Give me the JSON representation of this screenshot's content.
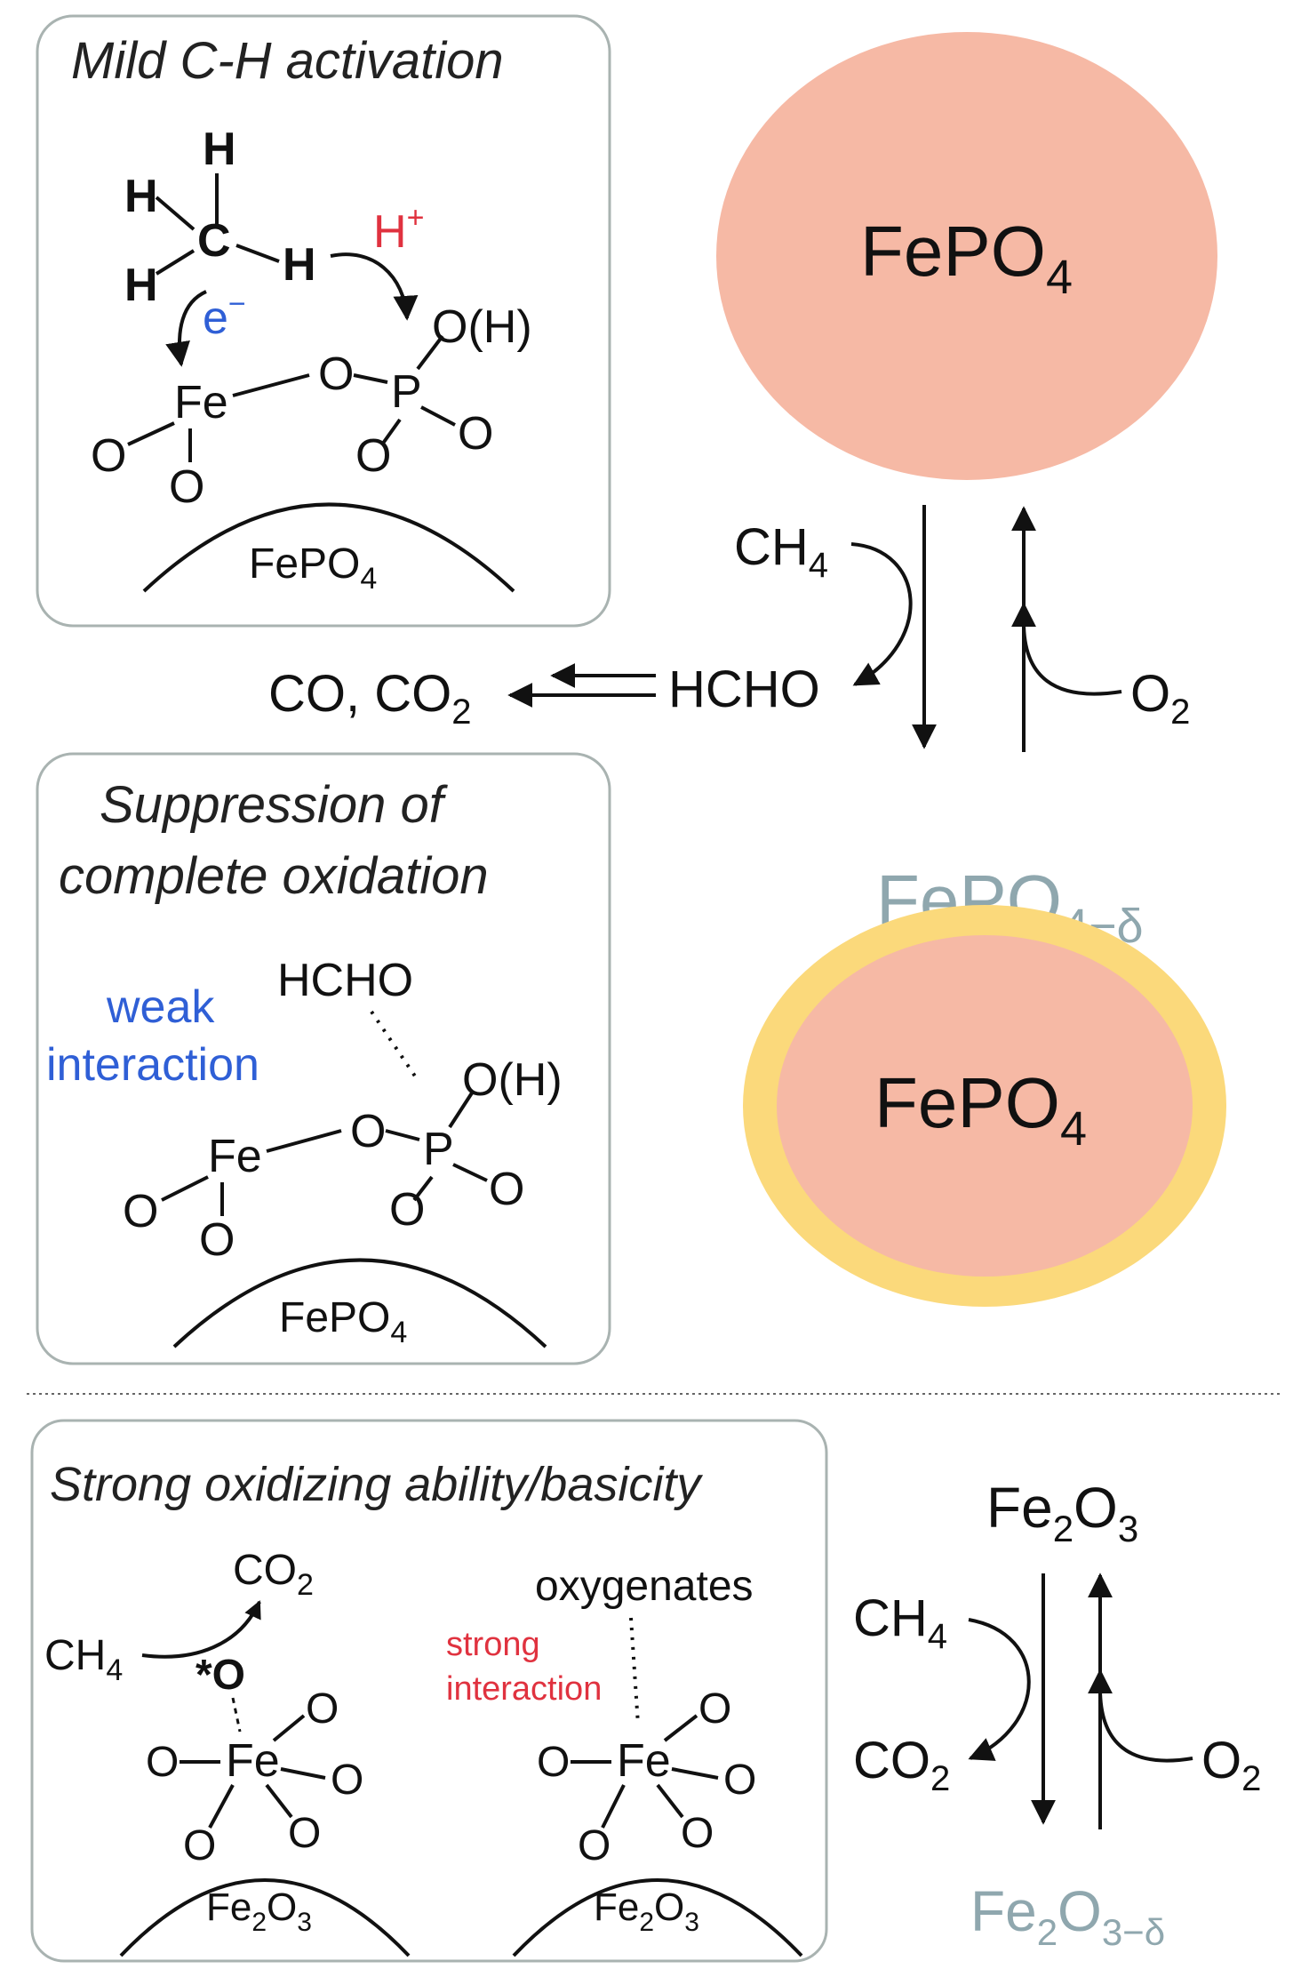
{
  "colors": {
    "core": "#f6b9a5",
    "shell": "#fbd97b",
    "grey_label": "#8fa7ae",
    "blue": "#2f5fd6",
    "red": "#e0323f",
    "box_border": "#a9b3b1"
  },
  "panel_mild": {
    "title": "Mild C-H activation",
    "h_plus": "H",
    "h_plus_sup": "+",
    "e_minus": "e",
    "e_minus_sup": "−",
    "support": "FePO",
    "support_sub": "4"
  },
  "panel_suppression": {
    "title_line1": "Suppression of",
    "title_line2": "complete oxidation",
    "weak_line1": "weak",
    "weak_line2": "interaction",
    "hcho": "HCHO",
    "support": "FePO",
    "support_sub": "4"
  },
  "panel_strong": {
    "title": "Strong oxidizing ability/basicity",
    "co2": "CO",
    "co2_sub": "2",
    "ch4": "CH",
    "ch4_sub": "4",
    "o_star": "*O",
    "oxygenates": "oxygenates",
    "strong_line1": "strong",
    "strong_line2": "interaction",
    "support": "Fe",
    "support_sub1": "2",
    "support_mid": "O",
    "support_sub2": "3"
  },
  "cycle_fepo4": {
    "top_particle": "FePO",
    "top_particle_sub": "4",
    "reduced_label": "FePO",
    "reduced_label_sub": "4−δ",
    "core_label": "FePO",
    "core_label_sub": "4",
    "ch4": "CH",
    "ch4_sub": "4",
    "hcho": "HCHO",
    "co_co2": "CO, CO",
    "co_co2_sub": "2",
    "o2": "O",
    "o2_sub": "2"
  },
  "cycle_fe2o3": {
    "top": "Fe",
    "top_sub1": "2",
    "top_mid": "O",
    "top_sub2": "3",
    "ch4": "CH",
    "ch4_sub": "4",
    "co2": "CO",
    "co2_sub": "2",
    "o2": "O",
    "o2_sub": "2",
    "reduced": "Fe",
    "reduced_sub1": "2",
    "reduced_mid": "O",
    "reduced_sub2": "3−δ"
  }
}
